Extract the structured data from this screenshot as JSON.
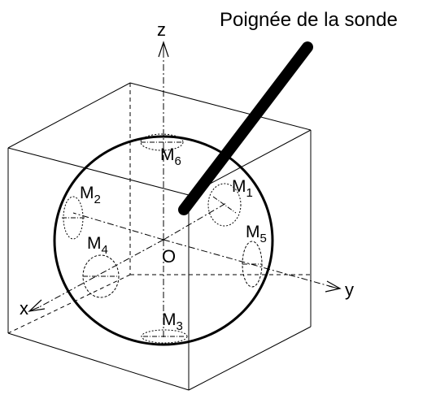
{
  "labels": {
    "handle": "Poignée de la sonde",
    "axis_z": "z",
    "axis_y": "y",
    "axis_x": "x",
    "origin": "O"
  },
  "points": [
    {
      "letter": "M",
      "sub": "1"
    },
    {
      "letter": "M",
      "sub": "2"
    },
    {
      "letter": "M",
      "sub": "3"
    },
    {
      "letter": "M",
      "sub": "4"
    },
    {
      "letter": "M",
      "sub": "5"
    },
    {
      "letter": "M",
      "sub": "6"
    }
  ]
}
